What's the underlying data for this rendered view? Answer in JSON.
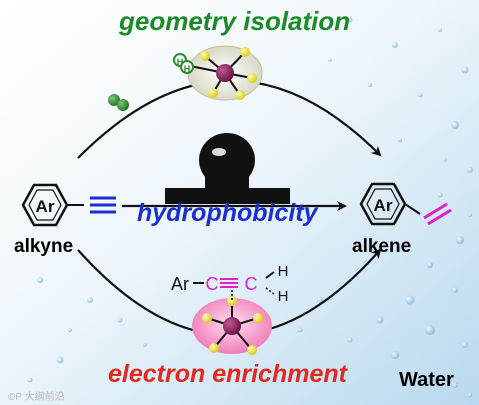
{
  "diagram": {
    "labels": {
      "top": "geometry isolation",
      "middle": "hydrophobicity",
      "bottom": "electron enrichment",
      "left_molecule": "alkyne",
      "right_molecule": "alkene",
      "corner": "Water",
      "watermark": "©P 大纲前沿"
    },
    "ring_label": "Ar",
    "reagent": {
      "ar": "Ar",
      "c1": "C",
      "c2": "C",
      "h1": "H",
      "h2": "H"
    },
    "hydrogen_label": "H",
    "colors": {
      "top_text": "#1d8a2a",
      "middle_text": "#1b2fd0",
      "bottom_text": "#e0291f",
      "triple_bond": "#1b2fd0",
      "double_bond": "#e020c8",
      "metal_center": "#8e1a5c",
      "ligand_atoms": "#f2e82c",
      "hydrogen_atoms": "#2c8c2c"
    }
  }
}
